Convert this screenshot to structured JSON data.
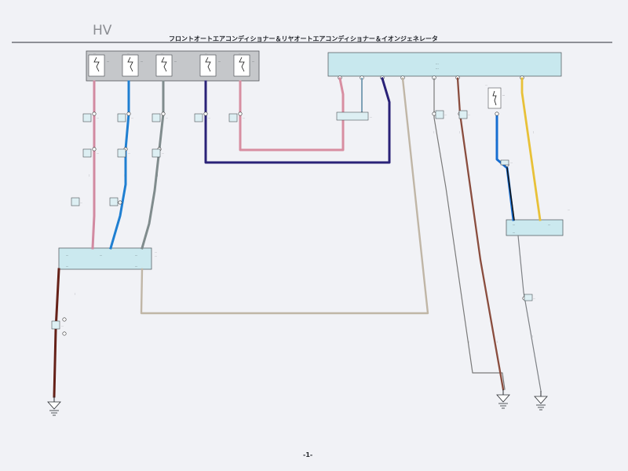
{
  "document": {
    "handwritten_note": "HV",
    "title": "フロントオートエアコンディショナー＆リヤオートエアコンディショナー＆イオンジェネレータ",
    "page_number": "-1-"
  }
}
